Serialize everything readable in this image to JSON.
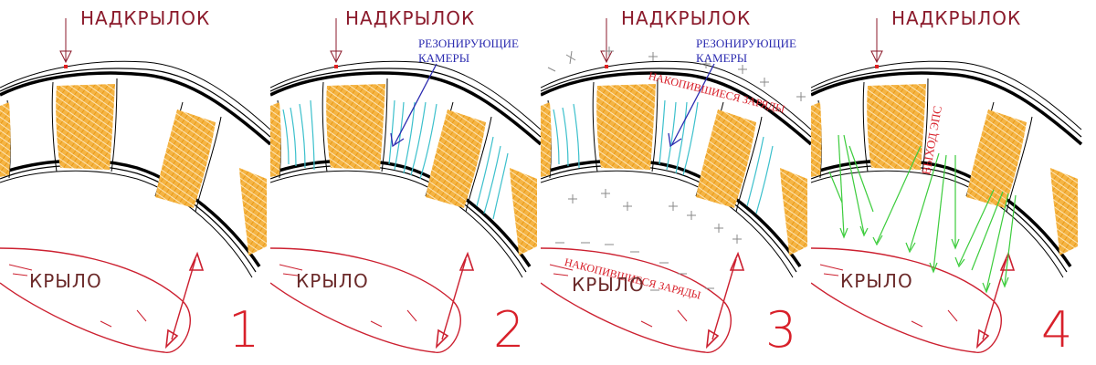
{
  "diagram": {
    "type": "hand-drawn 4-step sequence",
    "panels": [
      {
        "number": "1",
        "labels": {
          "top": "НАДКРЫЛОК",
          "wing": "КРЫЛО"
        },
        "features": [
          "overwing shell",
          "orange cells",
          "wing"
        ]
      },
      {
        "number": "2",
        "labels": {
          "top": "НАДКРЫЛОК",
          "wing": "КРЫЛО",
          "resonator": "РЕЗОНИРУЮЩИЕ КАМЕРЫ"
        },
        "features": [
          "cyan resonance lines in chambers"
        ]
      },
      {
        "number": "3",
        "labels": {
          "top": "НАДКРЫЛОК",
          "wing": "КРЫЛО",
          "resonator": "РЕЗОНИРУЮЩИЕ КАМЕРЫ",
          "charges_top": "НАКОПИВШИЕСЯ ЗАРЯДЫ",
          "charges_bottom": "НАКОПИВШИЕСЯ ЗАРЯДЫ"
        },
        "features": [
          "+ charges above",
          "- charges below"
        ]
      },
      {
        "number": "4",
        "labels": {
          "top": "НАДКРЫЛОК",
          "wing": "КРЫЛО",
          "output": "ВЫХОД ЭПС"
        },
        "features": [
          "green discharge arrows toward wing"
        ]
      }
    ]
  },
  "colors": {
    "cell": "#f0a424",
    "resonance": "#3cc0cc",
    "discharge": "#3ccc3c",
    "wing_outline": "#cc2030",
    "label": "#8b1a2b",
    "blue_label": "#2b2bb0",
    "red_label": "#d8202a"
  }
}
